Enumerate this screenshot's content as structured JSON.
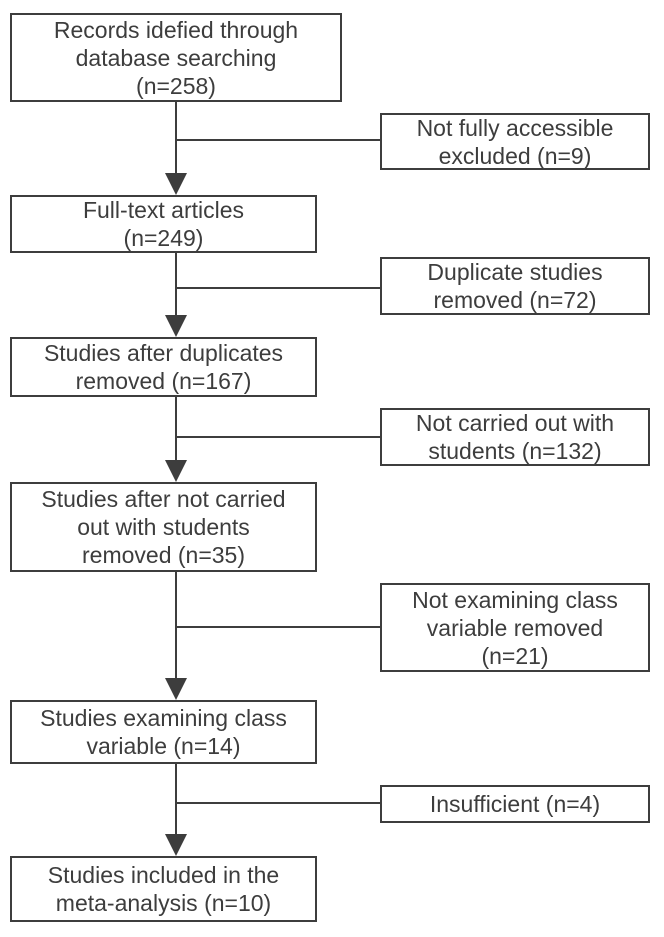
{
  "flowchart": {
    "type": "prisma-flow-diagram",
    "main_boxes": [
      {
        "label": "Records idefied through\ndatabase searching\n(n=258)",
        "n": 258
      },
      {
        "label": "Full-text articles\n(n=249)",
        "n": 249
      },
      {
        "label": "Studies after duplicates\nremoved (n=167)",
        "n": 167
      },
      {
        "label": "Studies after not carried\nout with students\nremoved (n=35)",
        "n": 35
      },
      {
        "label": "Studies examining class\nvariable (n=14)",
        "n": 14
      },
      {
        "label": "Studies included in the\nmeta-analysis (n=10)",
        "n": 10
      }
    ],
    "exclusion_boxes": [
      {
        "label": "Not fully accessible\nexcluded (n=9)",
        "n": 9
      },
      {
        "label": "Duplicate studies\nremoved (n=72)",
        "n": 72
      },
      {
        "label": "Not carried out with\nstudents (n=132)",
        "n": 132
      },
      {
        "label": "Not examining class\nvariable removed\n(n=21)",
        "n": 21
      },
      {
        "label": "Insufficient (n=4)",
        "n": 4
      }
    ],
    "colors": {
      "border": "#3d3d3d",
      "text": "#3d3d3d",
      "line": "#3d3d3d",
      "background": "#ffffff"
    }
  }
}
